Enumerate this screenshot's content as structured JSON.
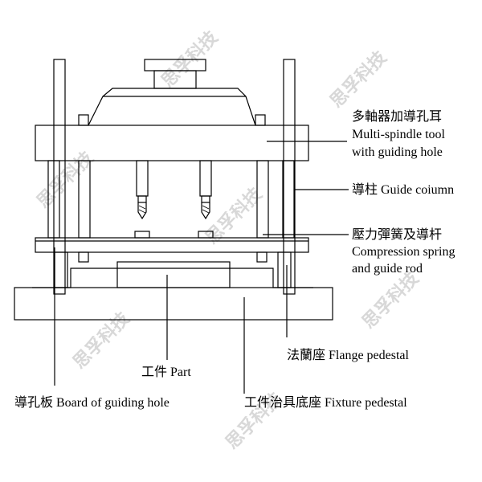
{
  "watermark": "思孚科技",
  "labels": {
    "spindle_zh": "多軸器加導孔耳",
    "spindle_en1": "Multi-spindle tool",
    "spindle_en2": "with  guiding hole",
    "guide_column": "導柱 Guide coiumn",
    "spring_zh": "壓力彈簧及導杆",
    "spring_en1": "Compression spring",
    "spring_en2": "and guide rod",
    "flange": "法蘭座 Flange pedestal",
    "part": "工件 Part",
    "board": "導孔板 Board of guiding hole",
    "fixture": "工件治具底座 Fixture pedestal"
  }
}
